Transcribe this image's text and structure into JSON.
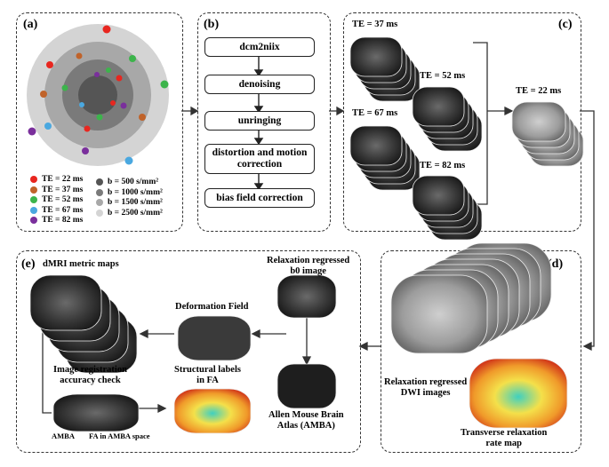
{
  "panels": {
    "a": "(a)",
    "b": "(b)",
    "c": "(c)",
    "d": "(d)",
    "e": "(e)"
  },
  "panel_a": {
    "legend_te": [
      {
        "label": "TE = 22 ms",
        "color": "#e8261f"
      },
      {
        "label": "TE = 37 ms",
        "color": "#c0632a"
      },
      {
        "label": "TE = 52 ms",
        "color": "#3cb44b"
      },
      {
        "label": "TE = 67 ms",
        "color": "#4aa8e0"
      },
      {
        "label": "TE = 82 ms",
        "color": "#7a2f9c"
      }
    ],
    "legend_b": [
      {
        "label": "b = 500 s/mm²",
        "color": "#555555"
      },
      {
        "label": "b = 1000 s/mm²",
        "color": "#7a7a7a"
      },
      {
        "label": "b = 1500 s/mm²",
        "color": "#a8a8a8"
      },
      {
        "label": "b = 2500 s/mm²",
        "color": "#d4d4d4"
      }
    ]
  },
  "panel_b": {
    "steps": [
      "dcm2niix",
      "denoising",
      "unringing",
      "distortion and motion correction",
      "bias field correction"
    ]
  },
  "panel_c": {
    "te_37": "TE = 37 ms",
    "te_52": "TE = 52 ms",
    "te_67": "TE = 67 ms",
    "te_82": "TE = 82 ms",
    "te_22": "TE = 22 ms"
  },
  "panel_d": {
    "dwi_label": "Relaxation regressed\nDWI images",
    "rate_label": "Transverse relaxation\nrate map"
  },
  "panel_e": {
    "metric_maps": "dMRI metric maps",
    "b0_label": "Relaxation regressed\nb0 image",
    "deformation": "Deformation Field",
    "allen": "Allen Mouse Brain\nAtlas (AMBA)",
    "registration": "Image registration\naccuracy check",
    "structural": "Structural labels\nin FA",
    "amba": "AMBA",
    "fa_space": "FA in AMBA space"
  }
}
